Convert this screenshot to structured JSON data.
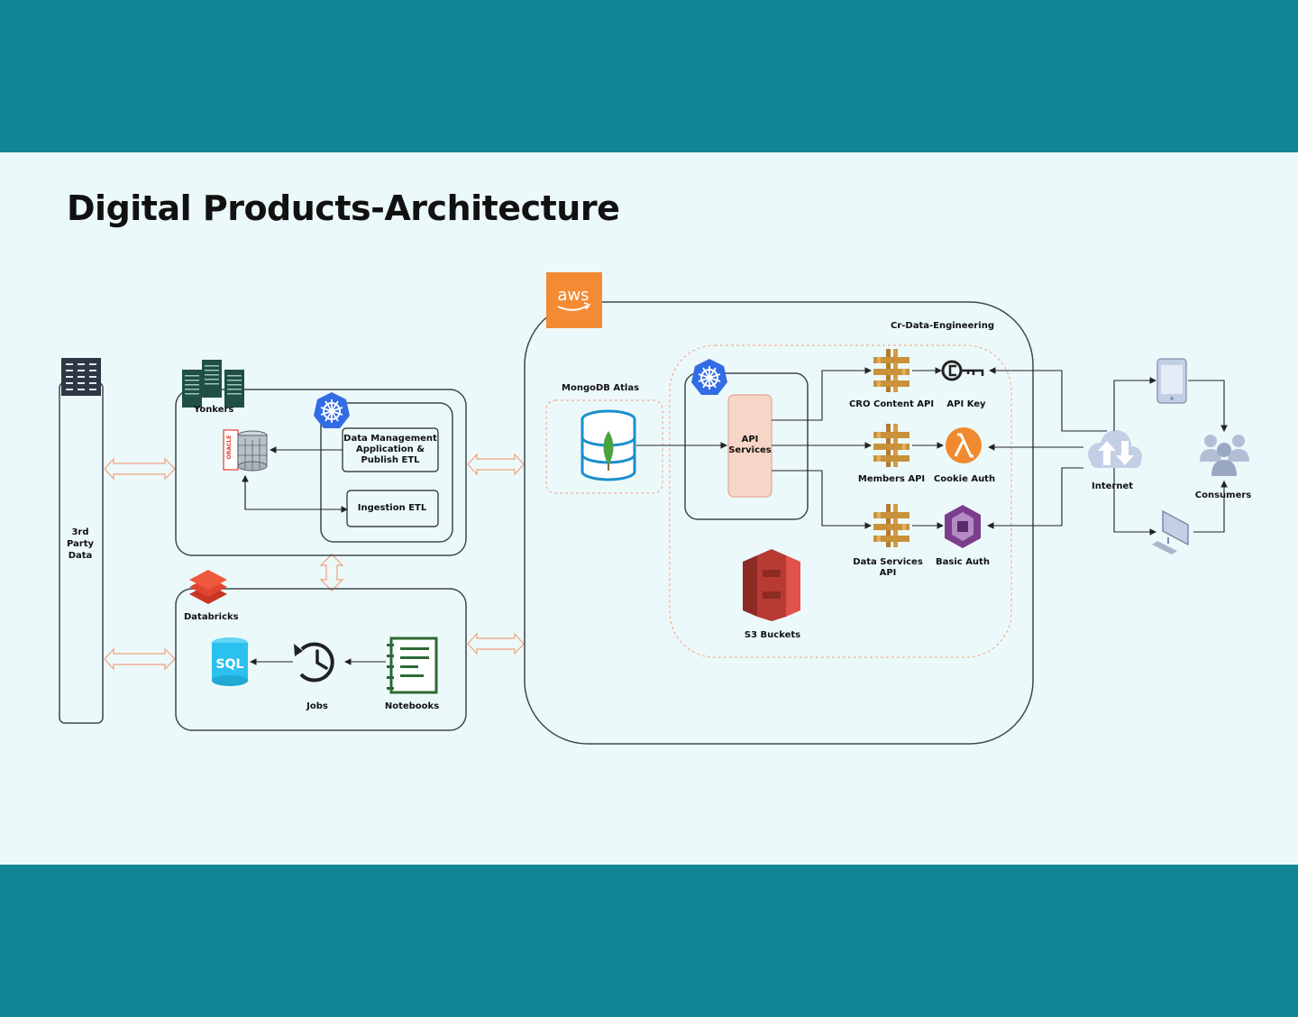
{
  "title": "Digital Products-Architecture",
  "colors": {
    "header_band": "#118594",
    "canvas_bg": "#ecf9fa",
    "aws_orange": "#f48a33",
    "k8s_blue": "#326ce5",
    "api_gateway_gold": "#c8913a",
    "databricks_red": "#e1442f",
    "s3_red": "#b73b33",
    "mongodb_blue": "#1c8fcd",
    "mongodb_leaf": "#4aa33f",
    "sql_cyan": "#2bc1ee",
    "arrow_peach": "#f2a07d"
  },
  "nodes": {
    "third_party": "3rd Party Data",
    "yonkers": "Yonkers",
    "oracle_logo": "ORACLE",
    "data_mgmt": [
      "Data Management",
      "Application &",
      "Publish ETL"
    ],
    "ingestion": "Ingestion ETL",
    "databricks": "Databricks",
    "sql_icon": "SQL",
    "jobs": "Jobs",
    "notebooks": "Notebooks",
    "aws_logo": "aws",
    "cr_data": "Cr-Data-Engineering",
    "mongodb": "MongoDB Atlas",
    "api_services": [
      "API",
      "Services"
    ],
    "cro_api": "CRO Content API",
    "members_api": "Members API",
    "data_services_api": [
      "Data Services",
      "API"
    ],
    "api_key": "API Key",
    "cookie_auth": "Cookie Auth",
    "basic_auth": "Basic Auth",
    "s3": "S3 Buckets",
    "internet": "Internet",
    "consumers": "Consumers"
  }
}
